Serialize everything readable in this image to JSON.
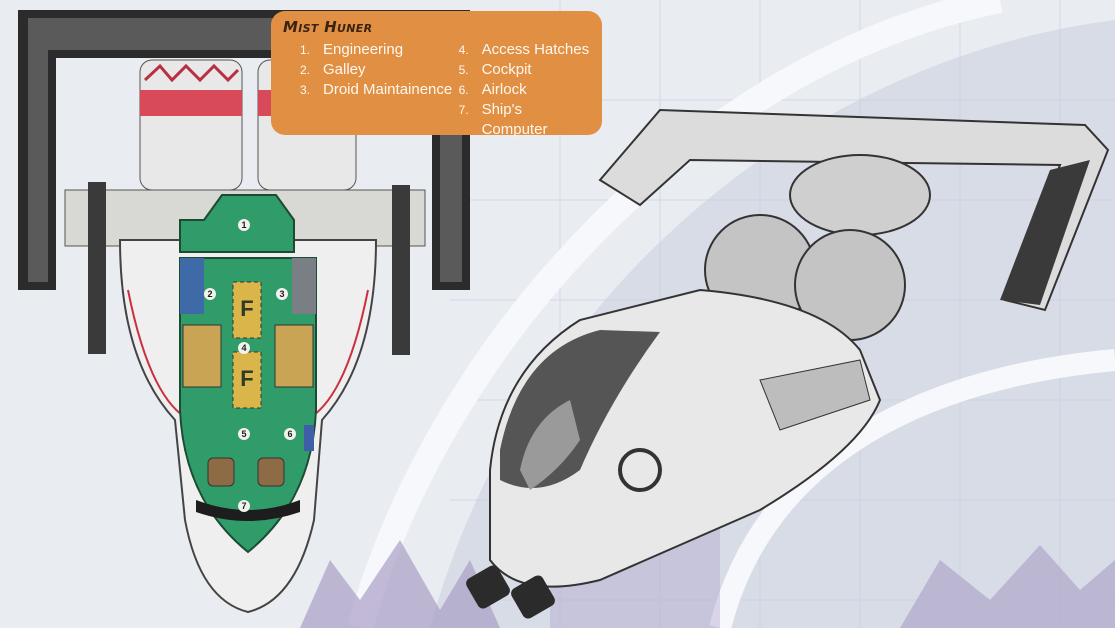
{
  "legend": {
    "title": "Mist Huner",
    "items": [
      {
        "num": "1.",
        "label": "Engineering"
      },
      {
        "num": "2.",
        "label": "Galley"
      },
      {
        "num": "3.",
        "label": "Droid Maintainence"
      },
      {
        "num": "4.",
        "label": "Access Hatches"
      },
      {
        "num": "5.",
        "label": "Cockpit"
      },
      {
        "num": "6.",
        "label": "Airlock"
      },
      {
        "num": "7.",
        "label": "Ship's Computer"
      }
    ]
  },
  "deck_plan": {
    "markers": [
      "1",
      "2",
      "3",
      "4",
      "5",
      "6",
      "7"
    ],
    "fuel_label": "F"
  },
  "colors": {
    "legend_bg": "#e08f43",
    "deck_floor": "#2f9c6a",
    "hull": "#e6e6e6",
    "engine_stripe": "#d84a5a",
    "frame": "#2b2b2b"
  }
}
